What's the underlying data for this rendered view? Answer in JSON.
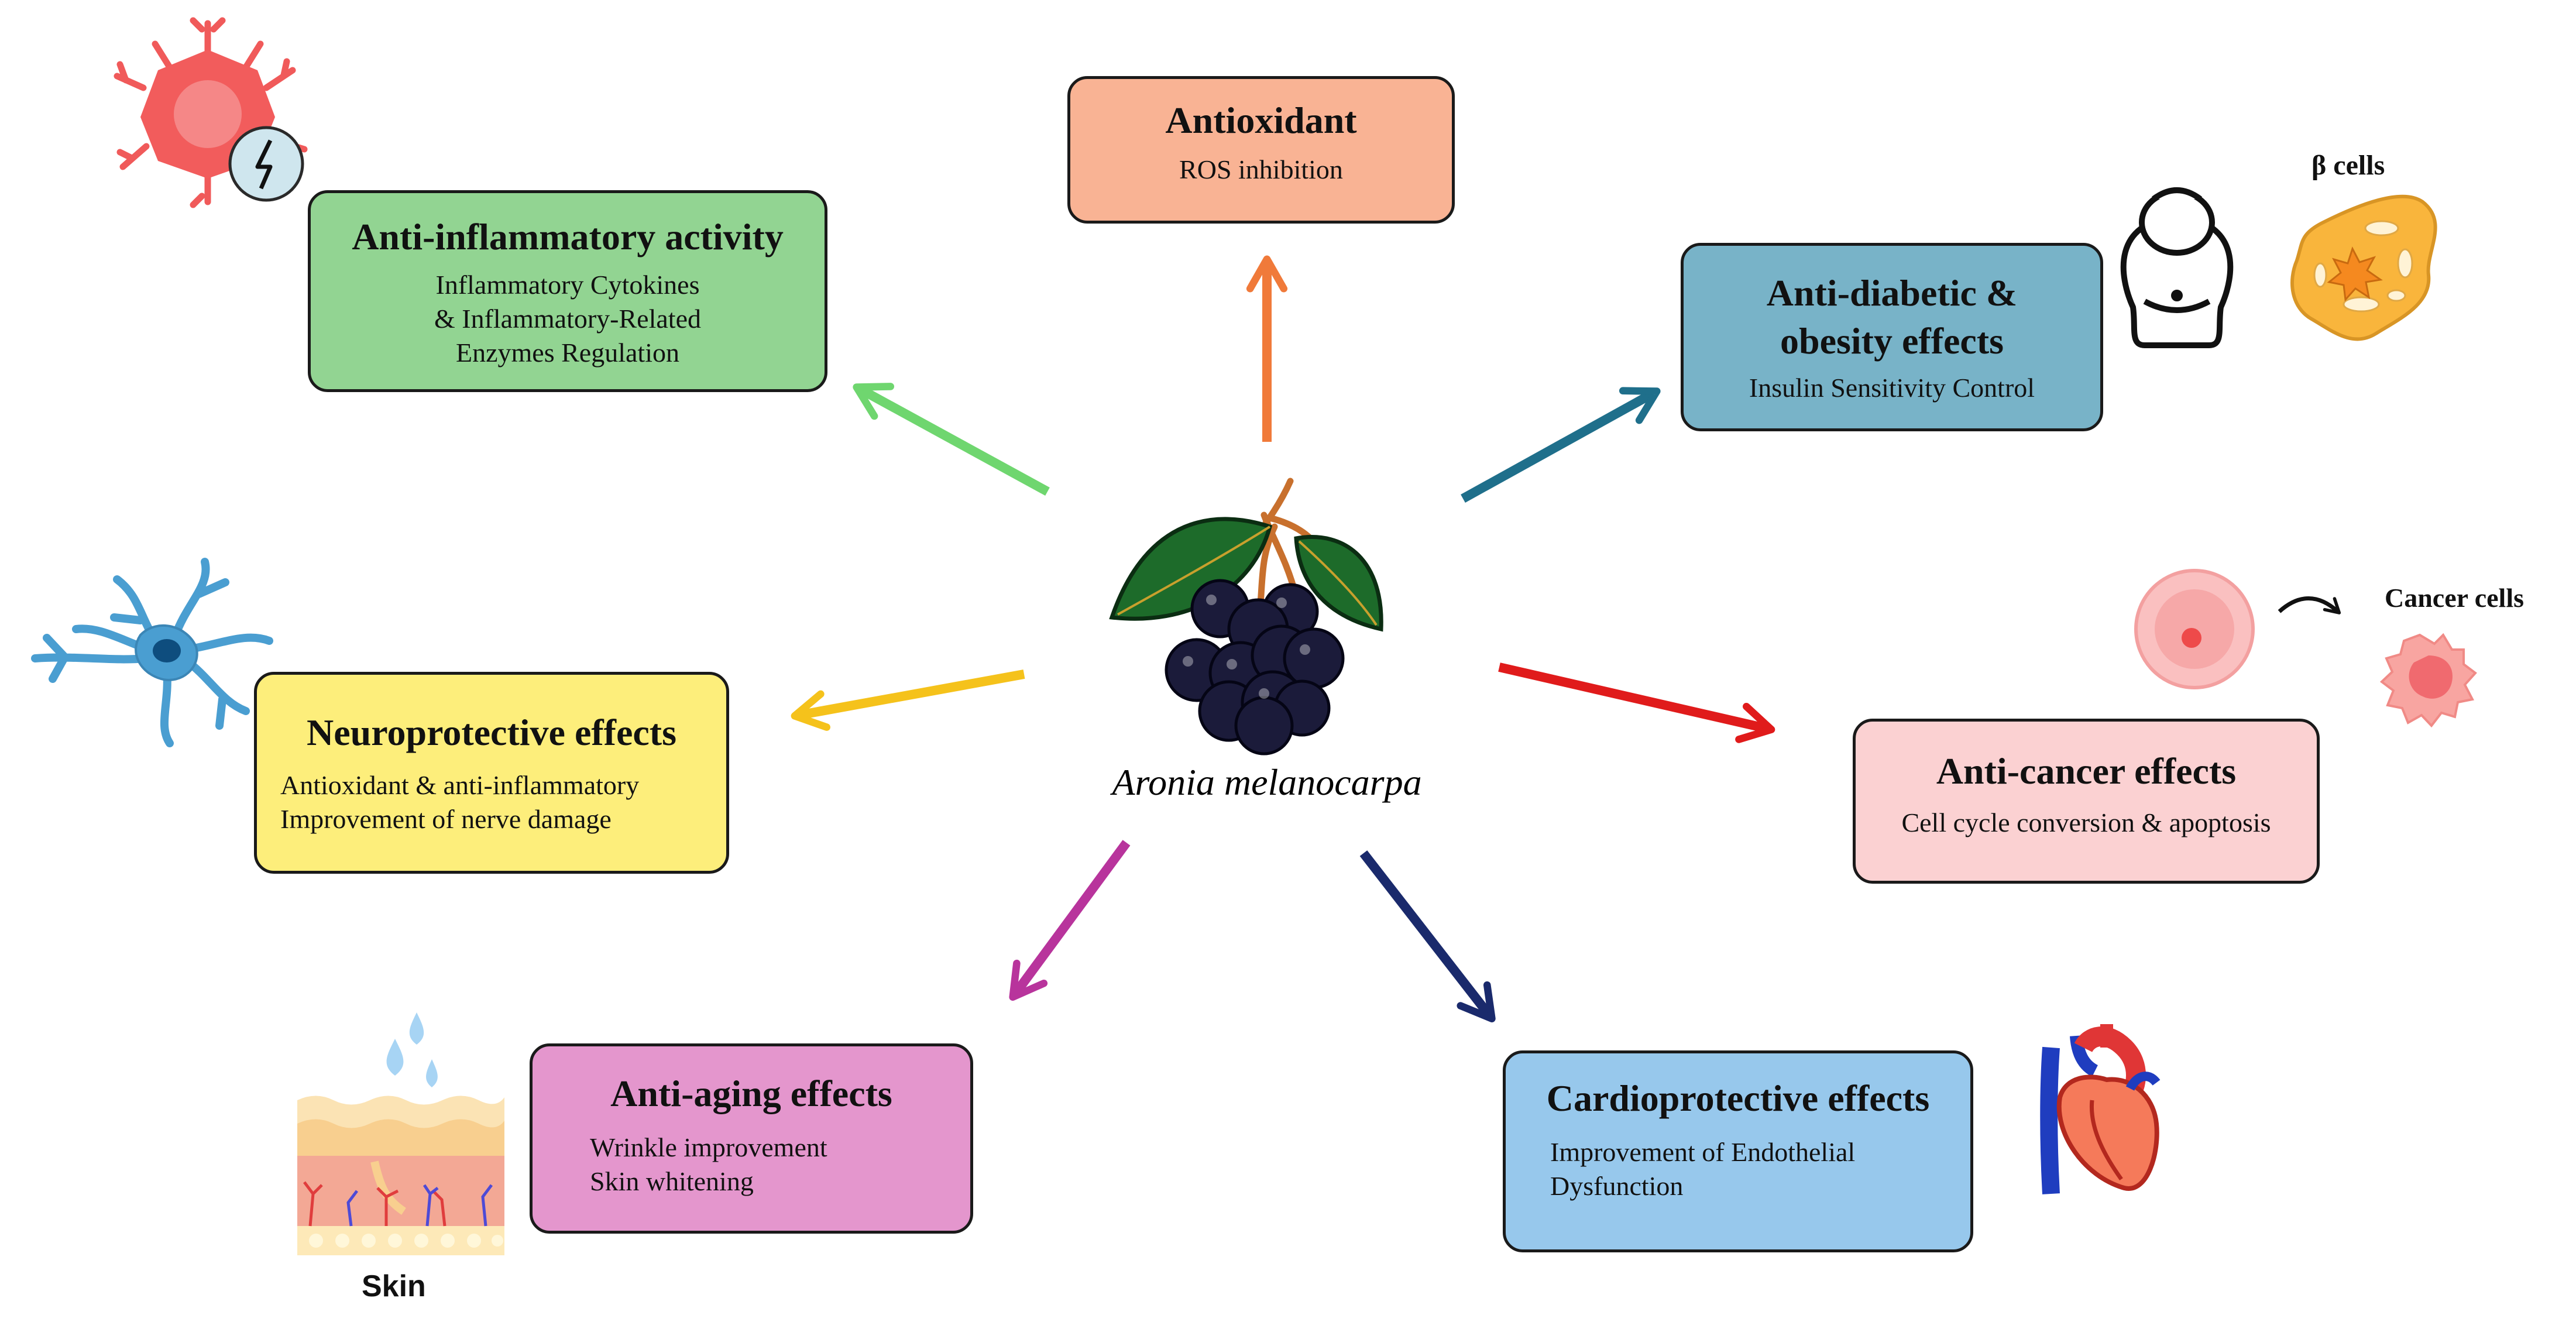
{
  "center": {
    "label": "Aronia melanocarpa"
  },
  "effects": {
    "antioxidant": {
      "title": "Antioxidant",
      "lines": [
        "ROS inhibition"
      ],
      "color": "#f9b394"
    },
    "anti_inflammatory": {
      "title": "Anti-inflammatory activity",
      "lines": [
        "Inflammatory Cytokines",
        "& Inflammatory-Related",
        "Enzymes Regulation"
      ],
      "color": "#92d492"
    },
    "anti_diabetic": {
      "title_lines": [
        "Anti-diabetic &",
        "obesity effects"
      ],
      "lines": [
        "Insulin Sensitivity Control"
      ],
      "color": "#78b3c8"
    },
    "neuroprotective": {
      "title": "Neuroprotective effects",
      "lines": [
        "Antioxidant & anti-inflammatory",
        "Improvement of nerve damage"
      ],
      "color": "#fdee7b"
    },
    "anti_cancer": {
      "title": "Anti-cancer effects",
      "lines": [
        "Cell cycle conversion & apoptosis"
      ],
      "color": "#fbd1d2"
    },
    "anti_aging": {
      "title": "Anti-aging effects",
      "lines": [
        "Wrinkle improvement",
        "Skin whitening"
      ],
      "color": "#e496cd"
    },
    "cardioprotective": {
      "title": "Cardioprotective effects",
      "lines": [
        "Improvement of Endothelial",
        "Dysfunction"
      ],
      "color": "#97c8ec"
    }
  },
  "captions": {
    "beta_cells": "β cells",
    "cancer_cells": "Cancer cells",
    "skin": "Skin"
  },
  "arrow_colors": {
    "antioxidant": "#f07a3a",
    "anti_inflammatory": "#6fd66f",
    "anti_diabetic": "#1f6f8b",
    "neuroprotective": "#f5c21b",
    "anti_cancer": "#e01b1b",
    "anti_aging": "#b8349c",
    "cardioprotective": "#1a2a6c"
  },
  "icons": [
    "inflammatory-cell-icon",
    "lightning-icon",
    "obese-body-icon",
    "beta-cell-icon",
    "neuron-icon",
    "normal-cell-icon",
    "cancer-cell-icon",
    "skin-layers-icon",
    "water-drop-icon",
    "heart-icon",
    "aronia-berries-icon"
  ]
}
